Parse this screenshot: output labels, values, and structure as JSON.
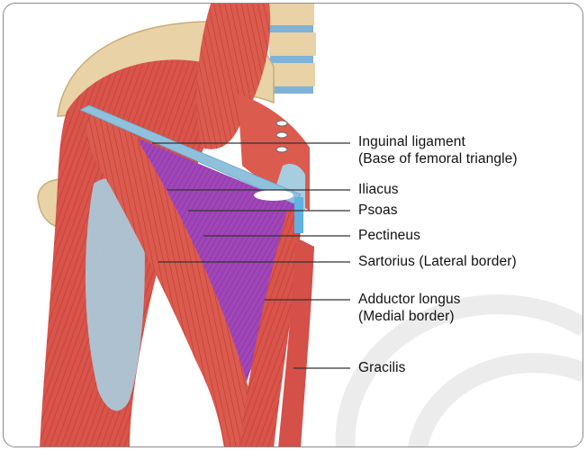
{
  "figure": {
    "labels": [
      {
        "id": "inguinal-ligament",
        "lines": [
          "Inguinal ligament",
          "(Base of femoral triangle)"
        ]
      },
      {
        "id": "iliacus",
        "lines": [
          "Iliacus"
        ]
      },
      {
        "id": "psoas",
        "lines": [
          "Psoas"
        ]
      },
      {
        "id": "pectineus",
        "lines": [
          "Pectineus"
        ]
      },
      {
        "id": "sartorius",
        "lines": [
          "Sartorius (Lateral border)"
        ]
      },
      {
        "id": "adductor-longus",
        "lines": [
          "Adductor longus",
          "(Medial border)"
        ]
      },
      {
        "id": "gracilis",
        "lines": [
          "Gracilis"
        ]
      }
    ]
  },
  "colors": {
    "muscle": "#d9544a",
    "muscle_dark": "#b83a33",
    "muscle_light": "#ee8c7c",
    "floor_purple": "#a046b8",
    "fascia_blue": "#a9cde0",
    "ligament": "#8fc0dc",
    "bone": "#e8d2a6",
    "leader_line": "#333333"
  }
}
